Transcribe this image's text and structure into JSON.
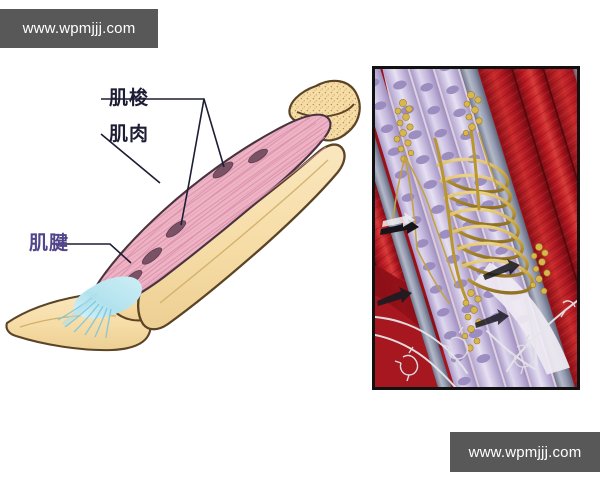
{
  "watermarks": {
    "top_left": "www.wpmjjj.com",
    "bottom_right": "www.wpmjjj.com",
    "background_color": "#585858",
    "text_color": "#ffffff"
  },
  "left_diagram": {
    "title": "muscle-spindle-limb-cutaway",
    "labels": [
      {
        "id": "spindle",
        "text": "肌梭",
        "meaning": "muscle spindle",
        "color": "#1d1d35",
        "leader_lines": 2
      },
      {
        "id": "muscle",
        "text": "肌肉",
        "meaning": "muscle",
        "color": "#1d1d35",
        "leader_lines": 1
      },
      {
        "id": "tendon",
        "text": "肌腱",
        "meaning": "tendon",
        "color": "#52458c",
        "leader_lines": 1
      }
    ],
    "colors": {
      "bone_fill": "#f6dca6",
      "bone_outline": "#5b4426",
      "muscle_fill": "#eeb4c6",
      "muscle_outline": "#4a3340",
      "muscle_striation": "#dc92aa",
      "spindle_fill": "#7a5266",
      "tendon_fill": "#b9e5ee",
      "tendon_fiber": "#7fc9dd",
      "leader_line": "#1d1d35"
    },
    "structures": [
      "upper bone shaft with rounded epiphyseal head",
      "lower bone segment at joint",
      "pink muscle belly with fibre striations",
      "five embedded dark muscle spindles",
      "light cyan tendon fanning onto lower bone"
    ]
  },
  "right_panel": {
    "title": "muscle-spindle-histology-illustration",
    "border_color": "#111111",
    "colors": {
      "extrafusal_muscle": "#a8121c",
      "extrafusal_muscle_dark": "#6d0b12",
      "extrafusal_muscle_light": "#d63a3c",
      "capsule_sheath": "#9aa8bd",
      "capsule_sheath_light": "#c8d2de",
      "intrafusal_fiber": "#c3b6db",
      "intrafusal_fiber_light": "#ddd6ec",
      "intrafusal_nuclei": "#8e80b4",
      "nerve_ending_gold": "#c9a43c",
      "nerve_ending_gold_light": "#e6cf7e",
      "nerve_filament_white": "#e8e8ea",
      "arrow_black": "#15151a"
    },
    "structures": [
      "extrafusal skeletal muscle fibres (red, striated)",
      "connective-tissue capsule (blue-grey)",
      "intrafusal fibres of the muscle spindle (lavender)",
      "annulospiral primary nerve endings (gold spirals)",
      "flower-spray secondary endings (gold tufts)",
      "myelinated afferent nerve fibres (white/pale strands)",
      "directional arrows indicating traction"
    ]
  }
}
